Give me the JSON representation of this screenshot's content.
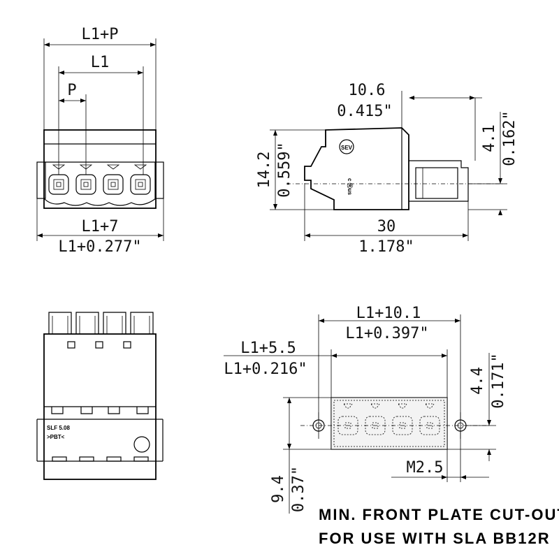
{
  "front_view": {
    "width_total_label": "L1+P",
    "length_label": "L1",
    "pitch_label": "P",
    "overall_mm_label": "L1+7",
    "overall_in_label": "L1+0.277\""
  },
  "side_view": {
    "depth_mm_label": "10.6",
    "depth_in_label": "0.415\"",
    "height_mm_label": "14.2",
    "height_in_label": "0.559\"",
    "offset_mm_label": "4.1",
    "offset_in_label": "0.162\"",
    "length_mm_label": "30",
    "length_in_label": "1.178\""
  },
  "top_view": {
    "model_label": "SLF 5.08",
    "material_label": ">PBT<"
  },
  "cutout_view": {
    "width_mm_label": "L1+10.1",
    "width_in_label": "L1+0.397\"",
    "half_mm_label": "L1+5.5",
    "half_in_label": "L1+0.216\"",
    "height_mm_label": "4.4",
    "height_in_label": "0.171\"",
    "total_mm_label": "9.4",
    "total_in_label": "0.37\"",
    "screw_label": "M2.5"
  },
  "note": {
    "line1": "MIN. FRONT PLATE CUT-OUT",
    "line2": "FOR USE WITH SLA BB12R"
  }
}
